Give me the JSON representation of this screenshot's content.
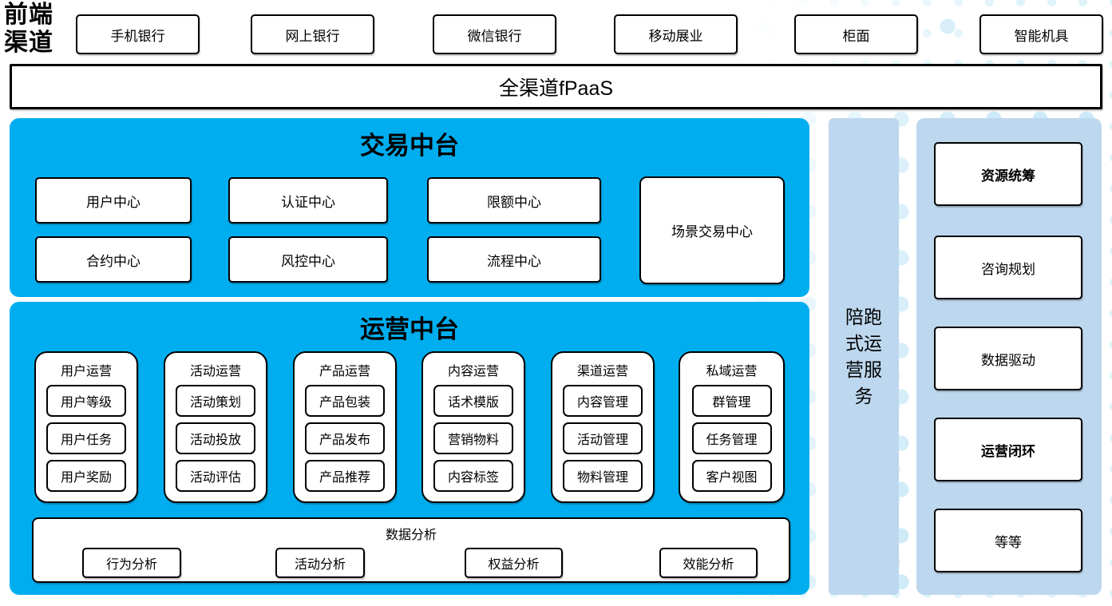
{
  "front_channel_label": "前端渠道",
  "channels": [
    "手机银行",
    "网上银行",
    "微信银行",
    "移动展业",
    "柜面",
    "智能机具"
  ],
  "fpaas_bar": "全渠道fPaaS",
  "transaction_platform": {
    "title": "交易中台",
    "centers": [
      "用户中心",
      "认证中心",
      "限额中心",
      "合约中心",
      "风控中心",
      "流程中心"
    ],
    "scene_center": "场景交易中心"
  },
  "operation_platform": {
    "title": "运营中台",
    "groups": [
      {
        "title": "用户运营",
        "items": [
          "用户等级",
          "用户任务",
          "用户奖励"
        ]
      },
      {
        "title": "活动运营",
        "items": [
          "活动策划",
          "活动投放",
          "活动评估"
        ]
      },
      {
        "title": "产品运营",
        "items": [
          "产品包装",
          "产品发布",
          "产品推荐"
        ]
      },
      {
        "title": "内容运营",
        "items": [
          "话术模版",
          "营销物料",
          "内容标签"
        ]
      },
      {
        "title": "渠道运营",
        "items": [
          "内容管理",
          "活动管理",
          "物料管理"
        ]
      },
      {
        "title": "私域运营",
        "items": [
          "群管理",
          "任务管理",
          "客户视图"
        ]
      }
    ],
    "data_analysis": {
      "title": "数据分析",
      "items": [
        "行为分析",
        "活动分析",
        "权益分析",
        "效能分析"
      ]
    }
  },
  "companion_service_bar": {
    "label": "陪跑式运营服务"
  },
  "service_column": {
    "items": [
      {
        "label": "资源统筹",
        "emphasis": true
      },
      {
        "label": "咨询规划",
        "emphasis": false
      },
      {
        "label": "数据驱动",
        "emphasis": false
      },
      {
        "label": "运营闭环",
        "emphasis": true
      },
      {
        "label": "等等",
        "emphasis": false
      }
    ]
  },
  "colors": {
    "platform_blue": "#00AEEF",
    "side_panel_blue": "#BDD7EE",
    "dot_pattern_blue": "#CDEAF8",
    "box_border": "#000000"
  }
}
